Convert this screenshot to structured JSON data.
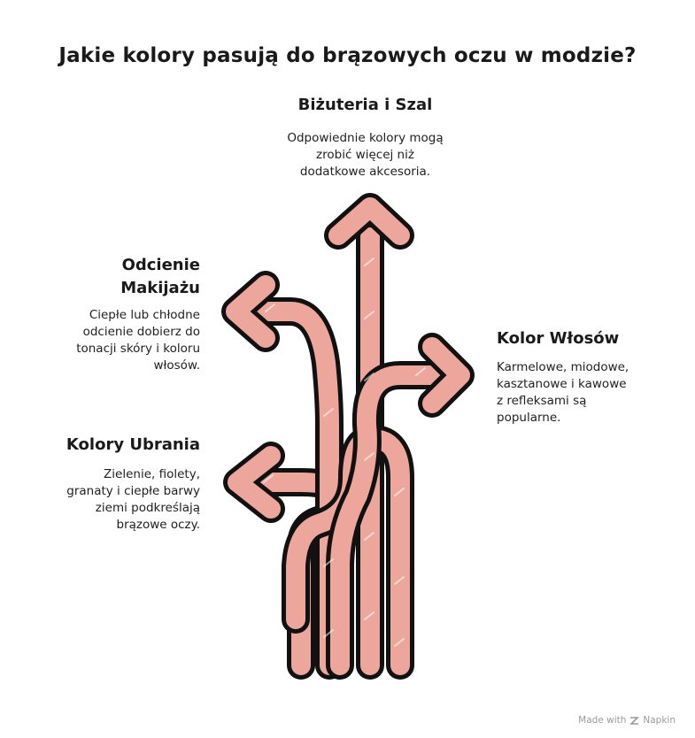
{
  "title": "Jakie kolory pasują do brązowych oczu w modzie?",
  "branches": {
    "top": {
      "label": "Biżuteria i Szal",
      "lines": [
        "Odpowiednie kolory mogą",
        "zrobić więcej niż",
        "dodatkowe akcesoria."
      ]
    },
    "makeup": {
      "label_lines": [
        "Odcienie",
        "Makijażu"
      ],
      "lines": [
        "Ciepłe lub chłodne",
        "odcienie dobierz do",
        "tonacji skóry i koloru",
        "włosów."
      ]
    },
    "hair": {
      "label": "Kolor Włosów",
      "lines": [
        "Karmelowe, miodowe,",
        "kasztanowe i kawowe",
        "z refleksami są",
        "popularne."
      ]
    },
    "clothes": {
      "label": "Kolory Ubrania",
      "lines": [
        "Zielenie, fiolety,",
        "granaty i ciepłe barwy",
        "ziemi podkreślają",
        "brązowe oczy."
      ]
    }
  },
  "footer": {
    "made_with": "Made with",
    "brand": "Napkin"
  },
  "colors": {
    "arrow_fill": "#eda69c",
    "arrow_outline": "#111111",
    "text": "#1a1a1a",
    "footer": "#9a9a9a"
  }
}
